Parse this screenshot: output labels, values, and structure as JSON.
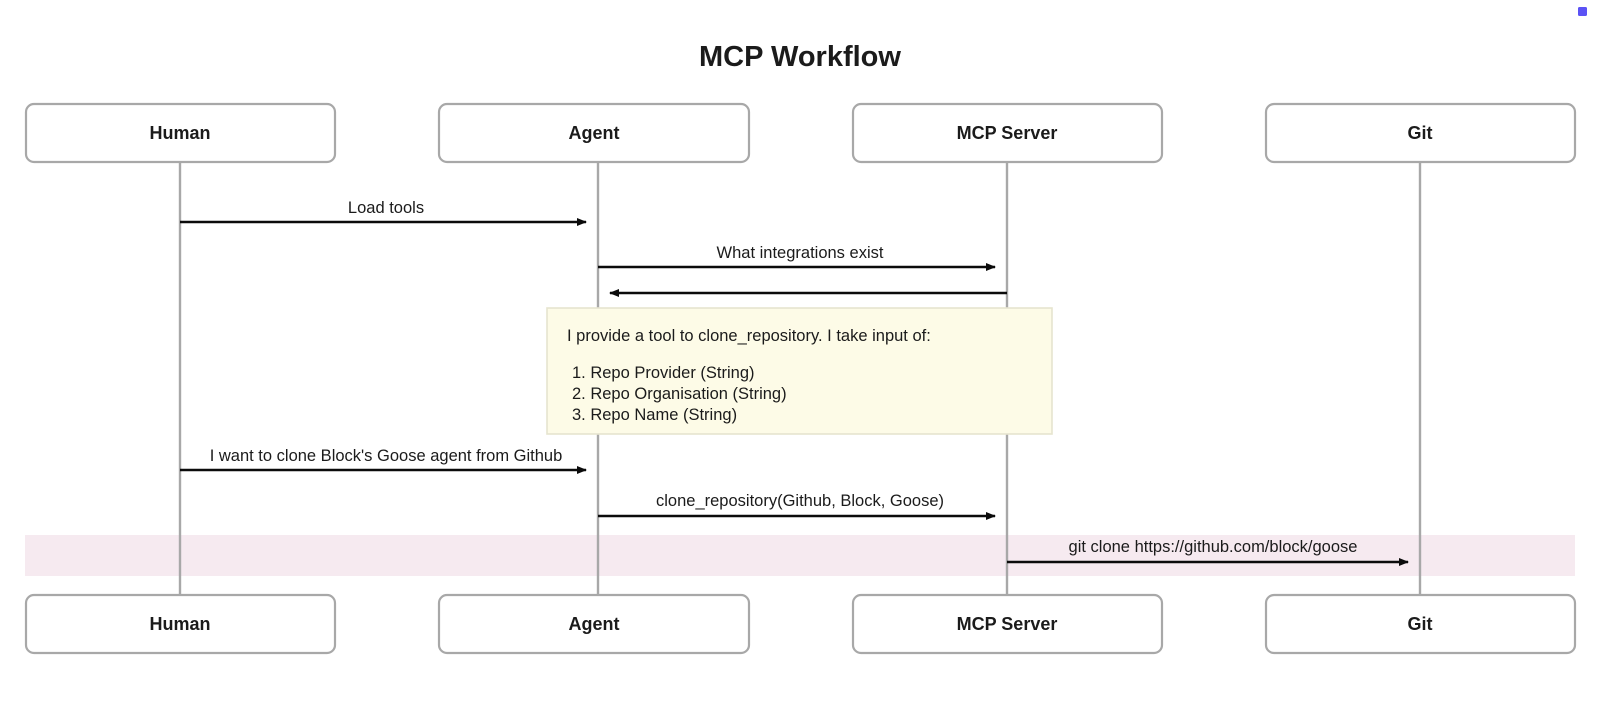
{
  "diagram": {
    "type": "sequence-diagram",
    "title": "MCP Workflow",
    "background_color": "#ffffff",
    "actor_box_fill": "#ffffff",
    "actor_box_stroke": "#a8a8a8",
    "lifeline_color": "#a8a8a8",
    "arrow_color": "#0b0b0b",
    "note_fill": "#fdfbe7",
    "note_stroke": "#e6e4cf",
    "highlight_fill": "#f6eaf0",
    "accent_color": "#5b52f5",
    "actors": [
      {
        "id": "human",
        "label": "Human"
      },
      {
        "id": "agent",
        "label": "Agent"
      },
      {
        "id": "mcp",
        "label": "MCP Server"
      },
      {
        "id": "git",
        "label": "Git"
      }
    ],
    "messages": [
      {
        "index": 1,
        "from": "human",
        "to": "agent",
        "label": "Load tools",
        "direction": "right",
        "arrow": "solid"
      },
      {
        "index": 2,
        "from": "agent",
        "to": "mcp",
        "label": "What integrations exist",
        "direction": "right",
        "arrow": "solid"
      },
      {
        "index": 3,
        "from": "mcp",
        "to": "agent",
        "label": "",
        "direction": "left",
        "arrow": "solid"
      },
      {
        "index": 4,
        "from": "human",
        "to": "agent",
        "label": "I want to clone Block's Goose agent from Github",
        "direction": "right",
        "arrow": "solid"
      },
      {
        "index": 5,
        "from": "agent",
        "to": "mcp",
        "label": "clone_repository(Github, Block, Goose)",
        "direction": "right",
        "arrow": "solid"
      },
      {
        "index": 6,
        "from": "mcp",
        "to": "git",
        "label": "git clone https://github.com/block/goose",
        "direction": "right",
        "arrow": "solid",
        "highlighted": true
      }
    ],
    "note": {
      "over": "mcp",
      "heading": "I provide a tool to clone_repository. I take input of:",
      "items": [
        "1. Repo Provider (String)",
        "2. Repo Organisation (String)",
        "3. Repo Name (String)"
      ]
    }
  }
}
